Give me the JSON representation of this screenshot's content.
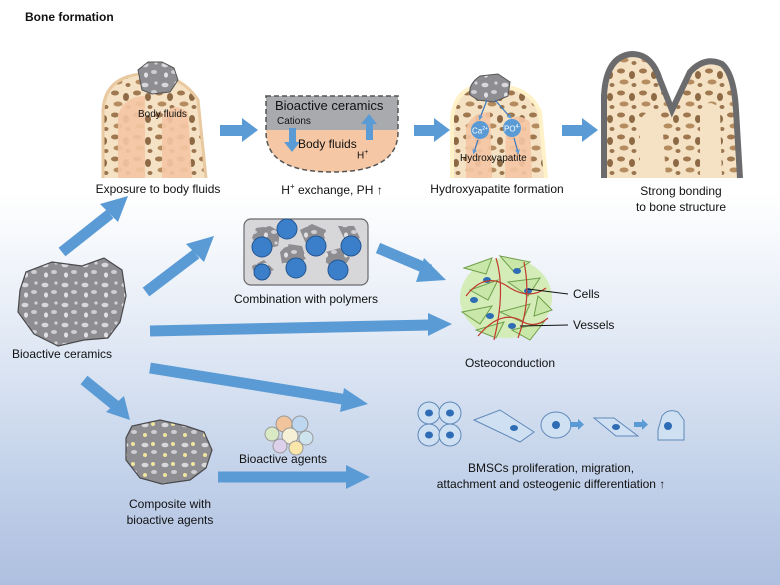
{
  "title": "Bone formation",
  "top_row": {
    "step1_body_fluids": "Body fluids",
    "step1_caption": "Exposure to body fluids",
    "step2_ceramics": "Bioactive ceramics",
    "step2_cations": "Cations",
    "step2_body_fluids": "Body fluids",
    "step2_h": "H",
    "step2_h_sup": "+",
    "step2_caption_pre": "H",
    "step2_caption_sup": "+",
    "step2_caption_post": " exchange, PH ↑",
    "step3_ca": "Ca",
    "step3_ca_sup": "2+",
    "step3_po": "PO",
    "step3_po_sup": "4-",
    "step3_hydroxy": "Hydroxyapatite",
    "step3_caption": "Hydroxyapatite formation",
    "step4_caption_line1": "Strong bonding",
    "step4_caption_line2": "to bone structure"
  },
  "left": {
    "ceramics_label": "Bioactive ceramics"
  },
  "middle": {
    "polymers_label": "Combination with polymers",
    "cells_label": "Cells",
    "vessels_label": "Vessels",
    "osteo_label": "Osteoconduction"
  },
  "bottom": {
    "agents_label": "Bioactive agents",
    "composite_line1": "Composite with",
    "composite_line2": "bioactive agents",
    "bmsc_line1": "BMSCs proliferation, migration,",
    "bmsc_line2": "attachment and osteogenic differentiation ↑"
  },
  "colors": {
    "arrow": "#5b9bd5",
    "bone": "#b08a5e",
    "flesh": "#f5c7a4",
    "ceramic": "#8a8a8e",
    "cell": "#cfe0f2",
    "nucleus": "#2e6db5",
    "scaffold": "#c9e7a8"
  }
}
